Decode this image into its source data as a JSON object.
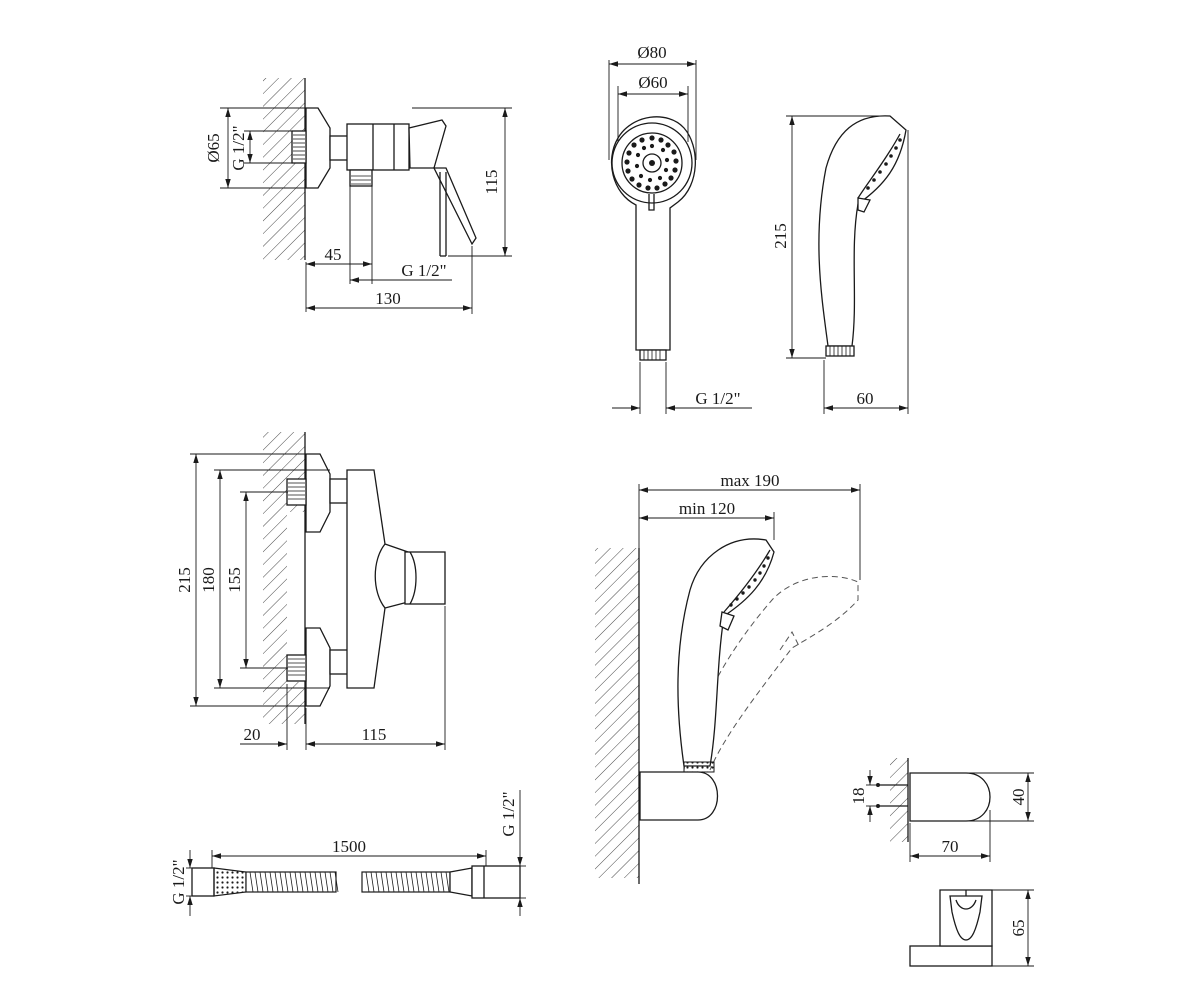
{
  "dimensions": {
    "mixer_side": {
      "diameter": "Ø65",
      "thread": "G 1/2\"",
      "height": "115",
      "depth_to_outlet": "45",
      "outlet_thread": "G 1/2\"",
      "total_depth": "130"
    },
    "hand_shower_front": {
      "outer_diameter": "Ø80",
      "inner_diameter": "Ø60",
      "thread": "G 1/2\""
    },
    "hand_shower_side": {
      "length": "215",
      "depth": "60"
    },
    "mixer_front": {
      "overall": "215",
      "centers": "180",
      "inner": "155",
      "wall_offset": "20",
      "projection": "115"
    },
    "hose": {
      "length": "1500",
      "thread_left": "G 1/2\"",
      "thread_right": "G 1/2\""
    },
    "assembly": {
      "max_reach": "max 190",
      "min_reach": "min 120"
    },
    "wall_bracket": {
      "screw_spacing": "18",
      "height": "40",
      "depth": "70",
      "holder_height": "65"
    }
  }
}
